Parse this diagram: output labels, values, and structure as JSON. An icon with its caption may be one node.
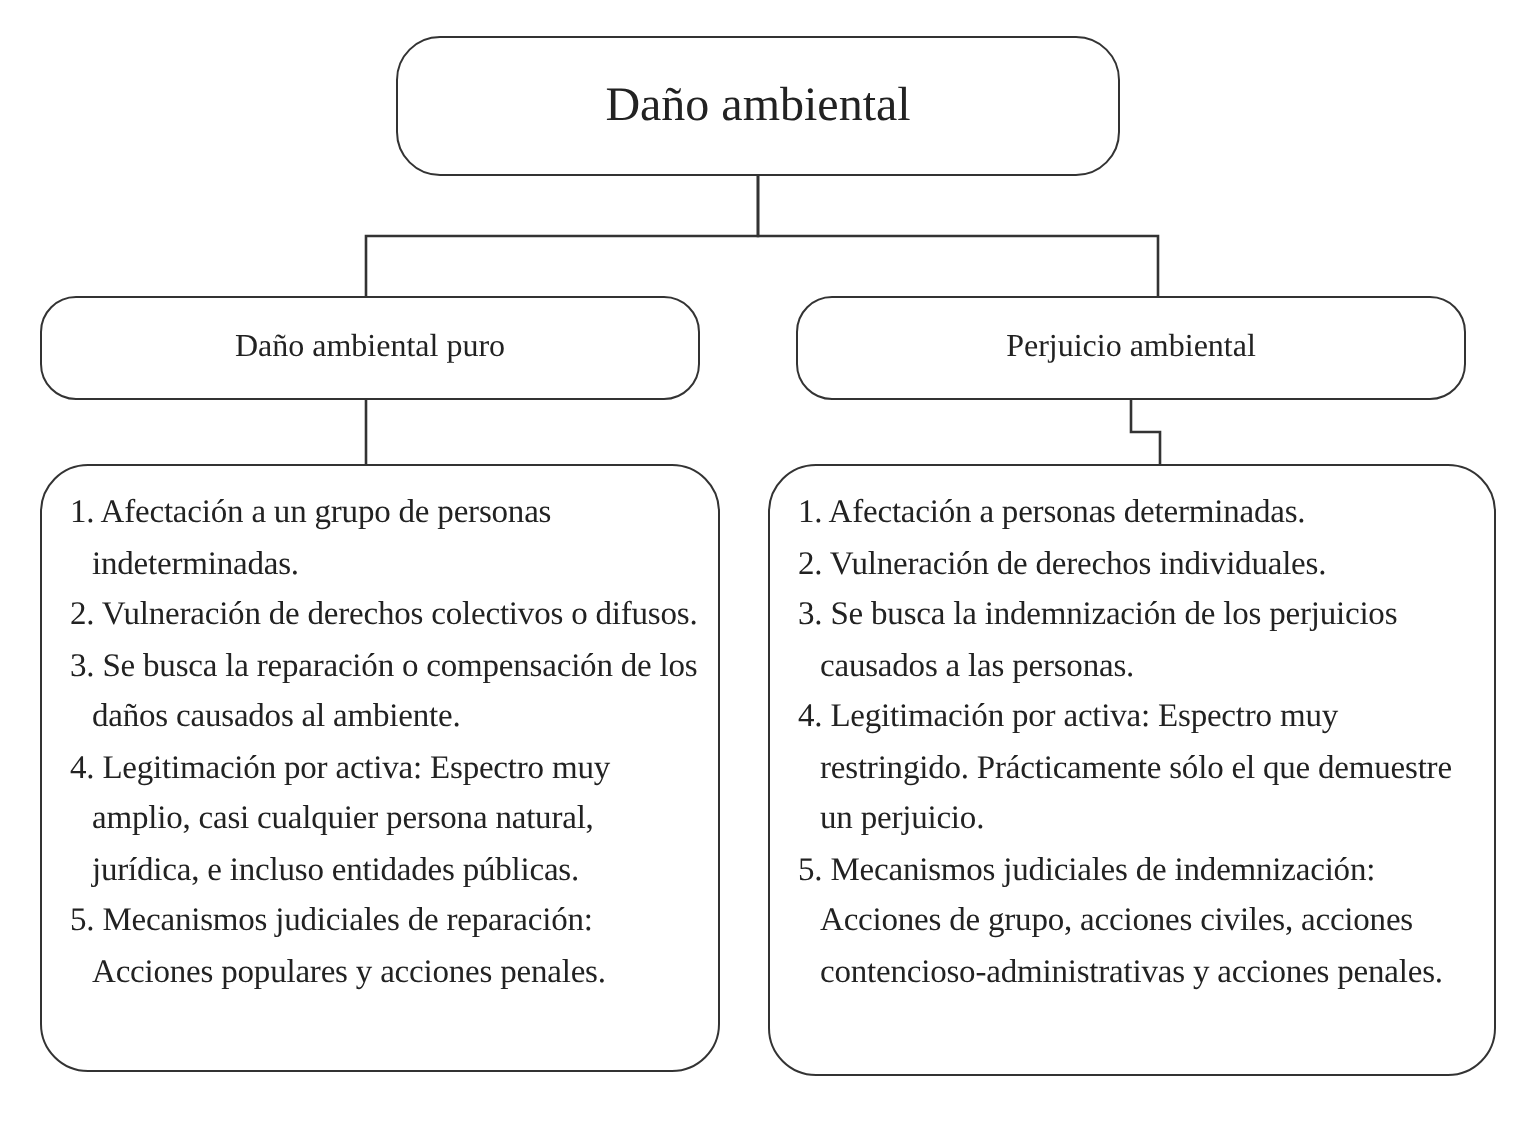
{
  "diagram": {
    "nodes": [
      {
        "text": [
          "Daño ambiental"
        ]
      },
      {
        "text": [
          "Daño ambiental puro"
        ]
      },
      {
        "text": [
          "Perjuicio ambiental"
        ]
      },
      {
        "text": [
          "1. Afectación a un grupo de personas indeterminadas.",
          "2. Vulneración de derechos colectivos o difusos.",
          "3. Se busca la reparación o compensación de los daños causados al ambiente.",
          "4. Legitimación por activa: Espectro muy amplio, casi cualquier persona natural, jurídica, e incluso entidades públicas.",
          "5. Mecanismos judiciales de reparación: Acciones populares y acciones penales."
        ]
      },
      {
        "text": [
          "1. Afectación a personas determinadas.",
          "2. Vulneración de derechos individuales.",
          "3. Se busca la indemnización de los perjuicios causados a las personas.",
          "4. Legitimación por activa: Espectro muy restringido. Prácticamente sólo el que demuestre un perjuicio.",
          "5. Mecanismos judiciales de indemnización: Acciones de grupo, acciones civiles, acciones contencioso-administrativas y acciones penales."
        ]
      }
    ],
    "edges": [
      {
        "from": 0,
        "to": 1,
        "arrow": "none"
      },
      {
        "from": 0,
        "to": 2,
        "arrow": "none"
      },
      {
        "from": 1,
        "to": 3,
        "arrow": "none"
      },
      {
        "from": 2,
        "to": 4,
        "arrow": "none"
      }
    ]
  }
}
